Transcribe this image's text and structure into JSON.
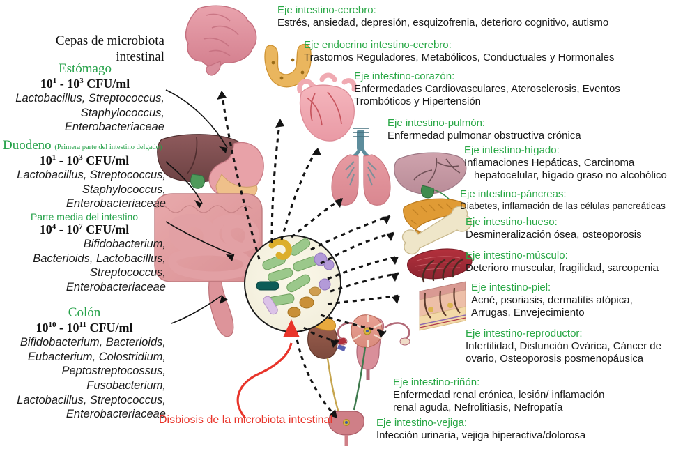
{
  "figure": {
    "title": "Cepas de microbiota intestinal",
    "dysbiosis_label": "Disbiosis de la microbiota intestinal",
    "accent_green": "#28a745",
    "accent_red": "#e8342a"
  },
  "microbiota_regions": [
    {
      "organ": "Estómago",
      "note": "",
      "cfu_prefix": "10",
      "cfu": "10¹ - 10³ CFU/ml",
      "cfu_lo_exp": "1",
      "cfu_hi_exp": "3",
      "strains": "Lactobacillus, Streptococcus, Staphylococcus, Enterobacteriaceae",
      "strain_lines": [
        "Lactobacillus, Streptococcus,",
        "Staphylococcus,",
        "Enterobacteriaceae"
      ]
    },
    {
      "organ": "Duodeno",
      "note": "(Primera parte del intestino delgado)",
      "cfu": "10¹ - 10³ CFU/ml",
      "cfu_lo_exp": "1",
      "cfu_hi_exp": "3",
      "strains": "Lactobacillus, Streptococcus, Staphylococcus, Enterobacteriaceae",
      "strain_lines": [
        "Lactobacillus, Streptococcus,",
        "Staphylococcus,",
        "Enterobacteriaceae"
      ]
    },
    {
      "organ": "Parte media del intestino",
      "note": "",
      "cfu": "10⁴ - 10⁷ CFU/ml",
      "cfu_lo_exp": "4",
      "cfu_hi_exp": "7",
      "strains": "Bifidobacterium, Bacterioids, Lactobacillus, Streptococcus, Enterobacteriaceae",
      "strain_lines": [
        "Bifidobacterium,",
        "Bacterioids, Lactobacillus,",
        "Streptococcus,",
        "Enterobacteriaceae"
      ]
    },
    {
      "organ": "Colón",
      "note": "",
      "cfu": "10¹⁰ - 10¹¹ CFU/ml",
      "cfu_lo_exp": "10",
      "cfu_hi_exp": "11",
      "strains": "Bifidobacterium, Bacterioids, Eubacterium, Colostridium, Peptostreptocossus, Fusobacterium, Lactobacillus, Streptococcus, Enterobacteriaceae",
      "strain_lines": [
        "Bifidobacterium, Bacterioids,",
        "Eubacterium, Colostridium,",
        "Peptostreptocossus,",
        "Fusobacterium,",
        "Lactobacillus, Streptococcus,",
        "Enterobacteriaceae"
      ]
    }
  ],
  "axes": [
    {
      "id": "cerebro",
      "heading": "Eje intestino-cerebro:",
      "body_lines": [
        "Estrés, ansiedad, depresión, esquizofrenia, deterioro cognitivo, autismo"
      ],
      "organ_icon": "brain-icon"
    },
    {
      "id": "endocrino",
      "heading": "Eje endocrino intestino-cerebro:",
      "body_lines": [
        "Trastornos Reguladores, Metabólicos, Conductuales y Hormonales"
      ],
      "organ_icon": "thyroid-icon"
    },
    {
      "id": "corazon",
      "heading": "Eje intestino-corazón:",
      "body_lines": [
        "Enfermedades Cardiovasculares, Aterosclerosis, Eventos",
        "Trombóticos y Hipertensión"
      ],
      "organ_icon": "heart-icon"
    },
    {
      "id": "pulmon",
      "heading": "Eje intestino-pulmón:",
      "body_lines": [
        "Enfermedad pulmonar obstructiva crónica"
      ],
      "organ_icon": "lungs-icon"
    },
    {
      "id": "higado",
      "heading": "Eje intestino-hígado:",
      "body_lines": [
        "Inflamaciones Hepáticas, Carcinoma",
        "hepatocelular, hígado graso no alcohólico"
      ],
      "organ_icon": "liver-icon"
    },
    {
      "id": "pancreas",
      "heading": "Eje intestino-páncreas:",
      "body_lines": [
        "Diabetes, inflamación de las células pancreáticas"
      ],
      "organ_icon": "pancreas-icon"
    },
    {
      "id": "hueso",
      "heading": "Eje intestino-hueso:",
      "body_lines": [
        "Desmineralización ósea, osteoporosis"
      ],
      "organ_icon": "bone-icon"
    },
    {
      "id": "musculo",
      "heading": "Eje intestino-músculo:",
      "body_lines": [
        "Deterioro muscular, fragilidad, sarcopenia"
      ],
      "organ_icon": "muscle-icon"
    },
    {
      "id": "piel",
      "heading": "Eje intestino-piel:",
      "body_lines": [
        "Acné, psoriasis, dermatitis atópica,",
        "Arrugas, Envejecimiento"
      ],
      "organ_icon": "skin-icon"
    },
    {
      "id": "reproductor",
      "heading": "Eje intestino-reproductor:",
      "body_lines": [
        "Infertilidad, Disfunción Ovárica, Cáncer de",
        "ovario, Osteoporosis posmenopáusica"
      ],
      "organ_icon": "uterus-icon"
    },
    {
      "id": "rinon",
      "heading": "Eje intestino-riñón:",
      "body_lines": [
        "Enfermedad renal crónica, lesión/ inflamación",
        "renal aguda, Nefrolitiasis, Nefropatía"
      ],
      "organ_icon": "kidney-icon"
    },
    {
      "id": "vejiga",
      "heading": "Eje intestino-vejiga:",
      "body_lines": [
        "Infección urinaria, vejiga hiperactiva/dolorosa"
      ],
      "organ_icon": "bladder-icon"
    }
  ]
}
